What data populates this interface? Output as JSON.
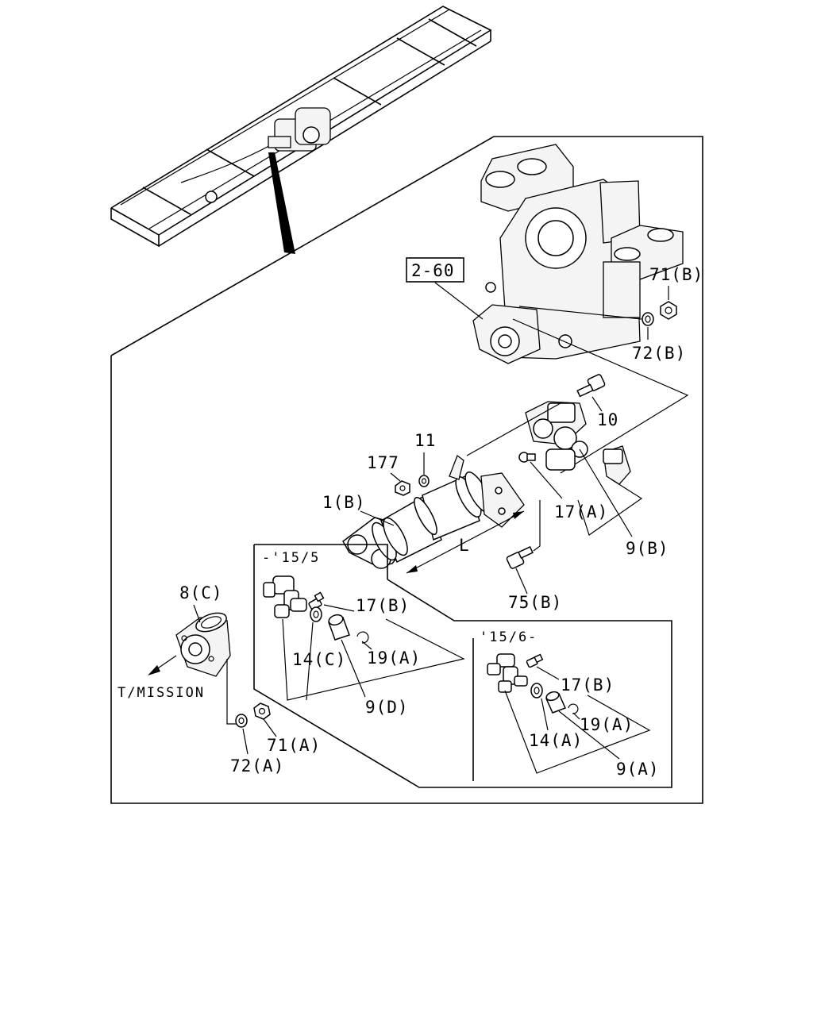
{
  "labels": {
    "ref_2_60": "2-60",
    "p71b": "71(B)",
    "p72b": "72(B)",
    "p10": "10",
    "p11": "11",
    "p177": "177",
    "p1b": "1(B)",
    "p17a": "17(A)",
    "p9b": "9(B)",
    "pL": "L",
    "p75b": "75(B)",
    "p8c": "8(C)",
    "tmission": "T/MISSION",
    "p72a": "72(A)",
    "p71a": "71(A)",
    "inset1_title": "-'15/5",
    "inset1_17b": "17(B)",
    "inset1_14c": "14(C)",
    "inset1_19a": "19(A)",
    "inset1_9d": "9(D)",
    "inset2_title": "'15/6-",
    "inset2_17b": "17(B)",
    "inset2_14a": "14(A)",
    "inset2_19a": "19(A)",
    "inset2_9a": "9(A)"
  },
  "icons": [
    "chassis-frame",
    "transmission-housing",
    "propeller-shaft",
    "universal-joint",
    "flange-yoke",
    "bolt",
    "nut",
    "washer"
  ]
}
